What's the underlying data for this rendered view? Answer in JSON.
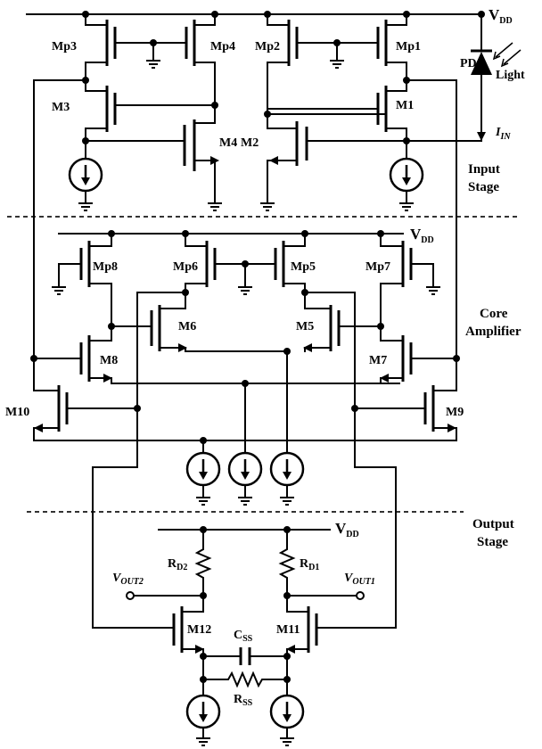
{
  "supply": {
    "main": "V",
    "sub": "DD"
  },
  "sections": {
    "input": [
      "Input",
      "Stage"
    ],
    "core": [
      "Core",
      "Amplifier"
    ],
    "output": [
      "Output",
      "Stage"
    ]
  },
  "photodiode": {
    "label": "PD",
    "light": "Light",
    "current_main": "I",
    "current_sub": "IN"
  },
  "transistors": {
    "mp3": "Mp3",
    "mp4": "Mp4",
    "mp2": "Mp2",
    "mp1": "Mp1",
    "m3": "M3",
    "m4": "M4",
    "m2": "M2",
    "m1": "M1",
    "mp8": "Mp8",
    "mp6": "Mp6",
    "mp5": "Mp5",
    "mp7": "Mp7",
    "m6": "M6",
    "m5": "M5",
    "m8": "M8",
    "m7": "M7",
    "m10": "M10",
    "m9": "M9",
    "m12": "M12",
    "m11": "M11"
  },
  "passives": {
    "rd2": {
      "main": "R",
      "sub": "D2"
    },
    "rd1": {
      "main": "R",
      "sub": "D1"
    },
    "css": {
      "main": "C",
      "sub": "SS"
    },
    "rss": {
      "main": "R",
      "sub": "SS"
    }
  },
  "outputs": {
    "vout2": {
      "main": "V",
      "sub": "OUT2"
    },
    "vout1": {
      "main": "V",
      "sub": "OUT1"
    }
  }
}
